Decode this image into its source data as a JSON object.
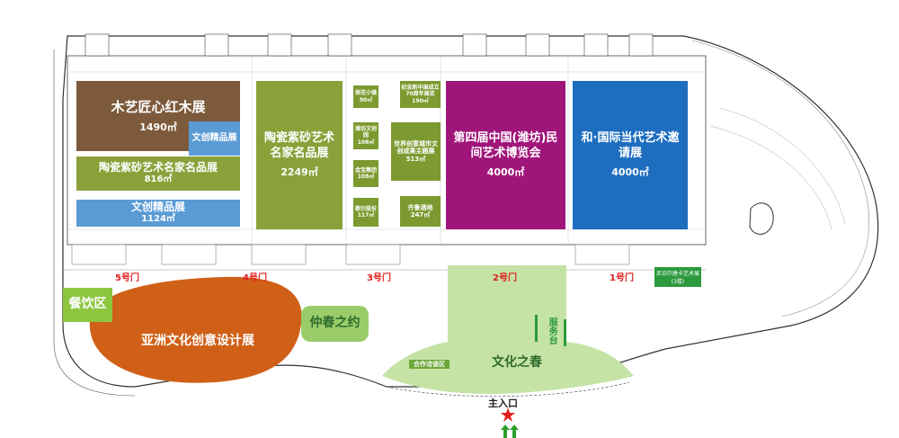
{
  "halls": {
    "muyi": {
      "title": "木艺匠心红木展",
      "area": "1490㎡",
      "color": "#7d5a3c"
    },
    "wenchuang_small": {
      "title": "文创精品展",
      "color": "#5b9bd5"
    },
    "taoci_mingjia": {
      "title": "陶瓷紫砂艺术名家名品展",
      "area": "816㎡",
      "color": "#8aa13a"
    },
    "wenchuang": {
      "title": "文创精品展",
      "area": "1124㎡",
      "color": "#5b9bd5"
    },
    "taoci_big": {
      "title": "陶瓷紫砂艺术名家名品展",
      "area": "2249㎡",
      "color": "#8aa13a"
    },
    "minjian": {
      "title": "第四届中国(潍坊)民间艺术博览会",
      "area": "4000㎡",
      "color": "#a0157a"
    },
    "guoji": {
      "title": "和·国际当代艺术邀请展",
      "area": "4000㎡",
      "color": "#1e6ec0"
    },
    "yazhou": {
      "title": "亚洲文化创意设计展",
      "color": "#d06018"
    },
    "zhongchun": {
      "title": "仲春之约",
      "color": "#9acd6a"
    },
    "wenhua": {
      "title": "文化之春",
      "color": "#c5e3a5"
    },
    "canyin": {
      "title": "餐饮区",
      "color": "#8cc63f"
    },
    "hezuo": {
      "title": "合作洽谈区",
      "color": "#6ca83a"
    }
  },
  "small_halls": [
    {
      "title": "探花小镇",
      "area": "90㎡"
    },
    {
      "title": "潍坊文创园",
      "area": "108㎡"
    },
    {
      "title": "金宝集团",
      "area": "108㎡"
    },
    {
      "title": "歌尔股份",
      "area": "117㎡"
    },
    {
      "title": "纪念新中国成立70周年展览",
      "area": "190㎡"
    },
    {
      "title": "世界创意城市文创成果主题展",
      "area": "513㎡"
    },
    {
      "title": "齐鲁酒地",
      "area": "247㎡"
    }
  ],
  "service": {
    "title": "服务台"
  },
  "gates": {
    "g1": "1号门",
    "g2": "2号门",
    "g3": "3号门",
    "g4": "4号门",
    "g5": "5号门"
  },
  "entrance": "主入口",
  "nipo": {
    "title": "尼泊尔唐卡艺术展(3楼)"
  }
}
